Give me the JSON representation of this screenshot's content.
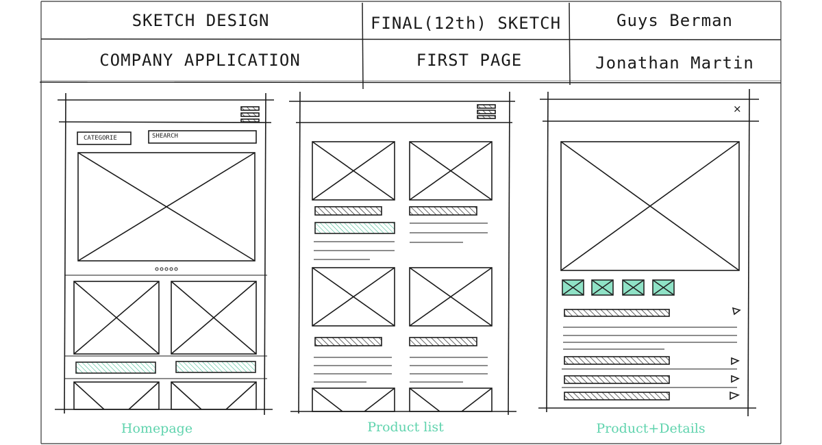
{
  "title_block": {
    "sketch_design": "SKETCH DESIGN",
    "final_sketch": "FINAL(12th) SKETCH",
    "designer_1": "Guys Berman",
    "company_application": "COMPANY APPLICATION",
    "first_page": "FIRST PAGE",
    "designer_2": "Jonathan Martin"
  },
  "screens": {
    "homepage": {
      "caption": "Homepage",
      "category_label": "CATEGORIE",
      "search_label": "SHEARCH"
    },
    "product_list": {
      "caption": "Product list"
    },
    "product_details": {
      "caption": "Product+Details",
      "close_symbol": "×"
    }
  },
  "colors": {
    "ink": "#1a1a1a",
    "accent": "#5fd3ad",
    "accent_fill": "#8fe2c6"
  }
}
